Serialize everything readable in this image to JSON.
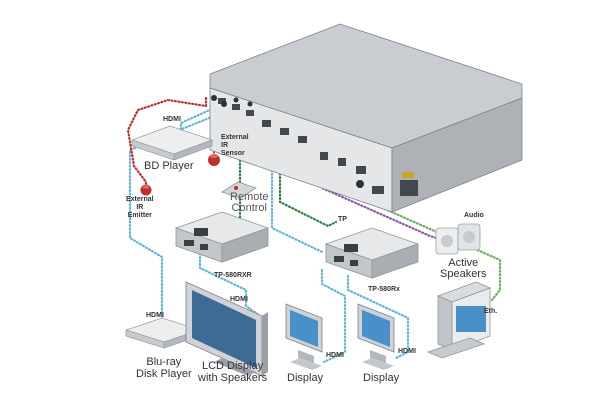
{
  "colors": {
    "hdmi_cable": "#5fb7d9",
    "tp_cable": "#2f7d46",
    "ir_cable": "#c0302a",
    "audio_cable": "#8a5aa6",
    "eth_cable": "#6ab25a",
    "device_body": "#d9dcdf",
    "device_dark": "#8a8f95",
    "label_text": "#333333"
  },
  "labels": {
    "hdmi_top": "HDMI",
    "bd_player": "BD Player",
    "external_ir_sensor": "External\nIR\nSensor",
    "external_ir_emitter": "External\nIR\nEmitter",
    "remote_control": "Remote\nControl",
    "tp": "TP",
    "audio": "Audio",
    "active_speakers": "Active\nSpeakers",
    "tp580rxr": "TP-580RXR",
    "tp580rx": "TP-580Rx",
    "hdmi_lcd": "HDMI",
    "hdmi_bluray": "HDMI",
    "hdmi_display1": "HDMI",
    "hdmi_display2": "HDMI",
    "eth": "Eth.",
    "bluray_player": "Blu-ray\nDisk Player",
    "lcd_display": "LCD Display\nwith Speakers",
    "display1": "Display",
    "display2": "Display"
  }
}
